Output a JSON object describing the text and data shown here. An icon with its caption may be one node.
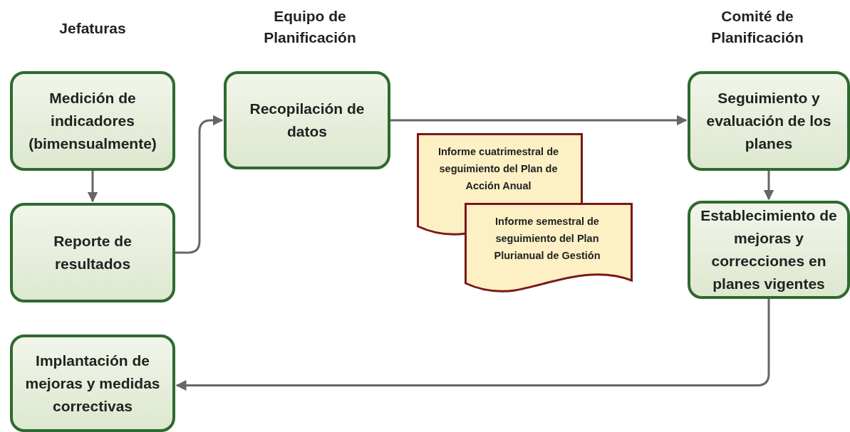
{
  "diagram": {
    "nodes": [
      {
        "text": [
          "Medición de indicadores (bimensualmente)"
        ]
      },
      {
        "text": [
          "Reporte de resultados"
        ]
      },
      {
        "text": [
          "Recopilación de datos"
        ]
      },
      {
        "text": [
          "Seguimiento y evaluación de los planes"
        ]
      },
      {
        "text": [
          "Establecimiento de mejoras y correcciones en planes vigentes"
        ]
      },
      {
        "text": [
          "Implantación de mejoras y medidas correctivas"
        ]
      },
      {
        "text": [
          "Informe cuatrimestral de seguimiento del Plan de Acción Anual"
        ]
      },
      {
        "text": [
          "Informe semestral de seguimiento del Plan Plurianual de Gestión"
        ]
      }
    ],
    "edges": [
      {
        "from": 0,
        "to": 1,
        "arrow": "to"
      },
      {
        "from": 1,
        "to": 2,
        "arrow": "to"
      },
      {
        "from": 2,
        "to": 3,
        "arrow": "to"
      },
      {
        "from": 3,
        "to": 4,
        "arrow": "to"
      },
      {
        "from": 4,
        "to": 5,
        "arrow": "to"
      }
    ],
    "labels": [
      "Jefaturas",
      "Equipo de Planificación",
      "Comité de Planificación"
    ]
  }
}
